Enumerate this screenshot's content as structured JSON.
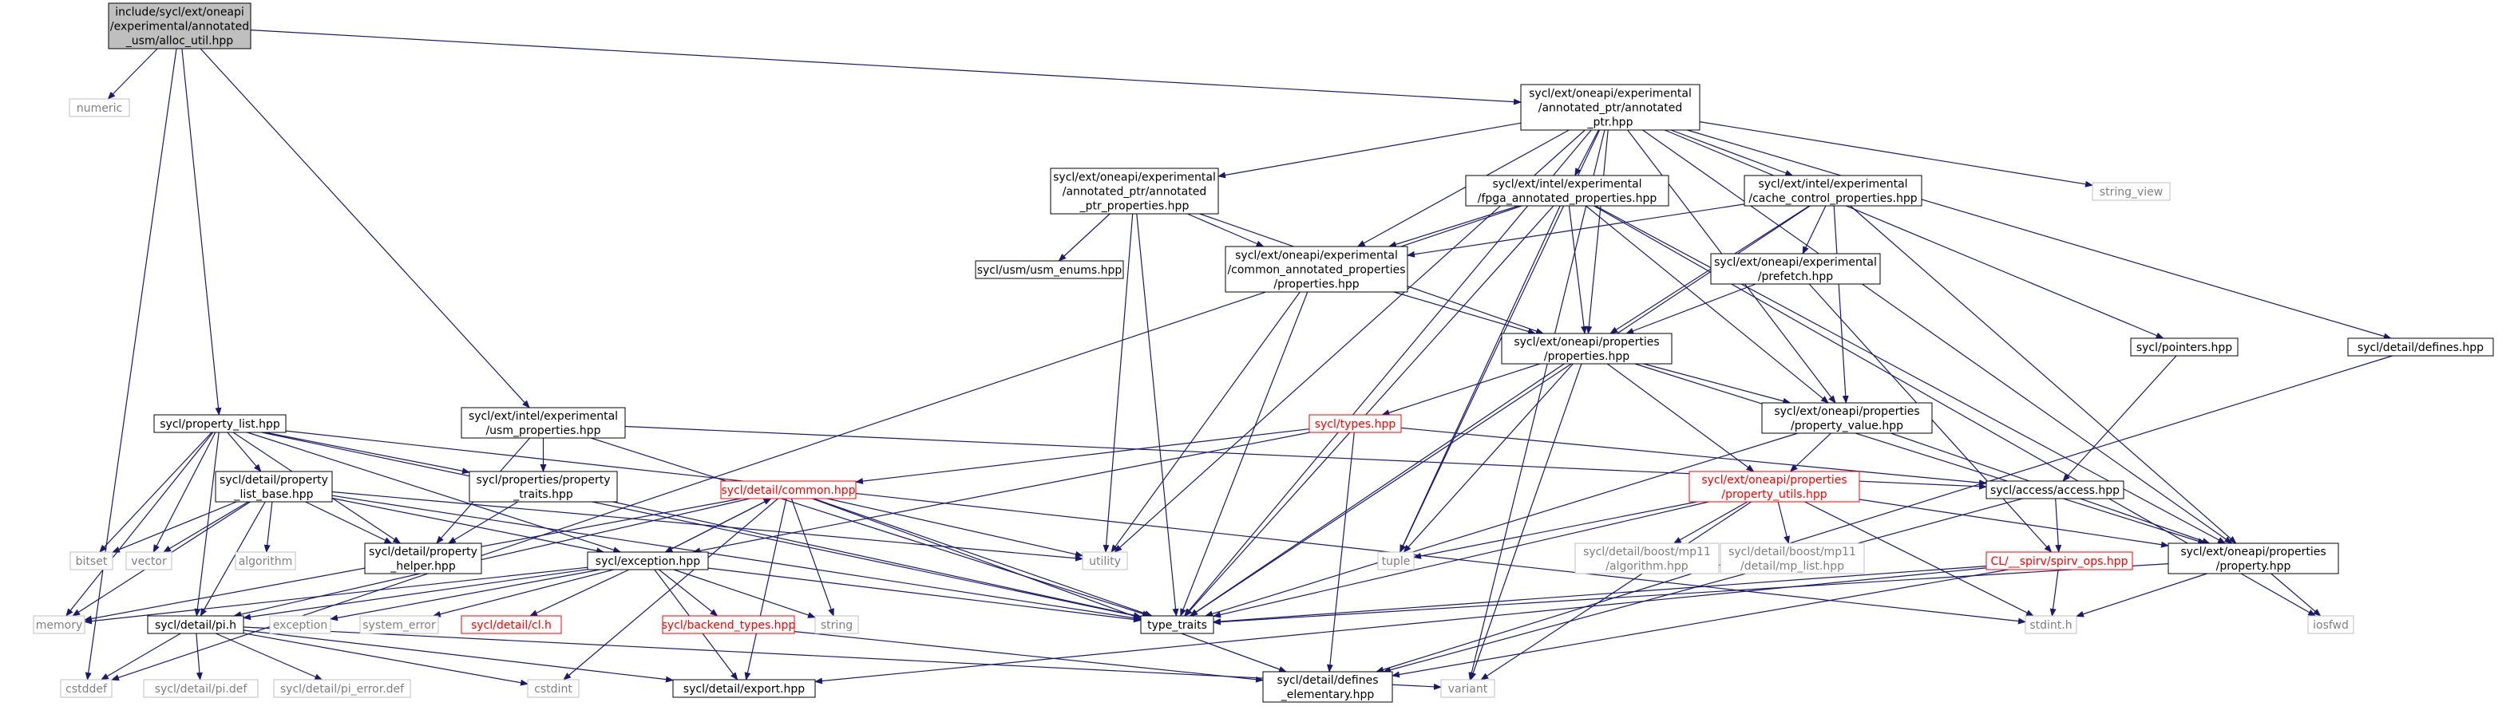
{
  "colors": {
    "edge": "#191970",
    "root_fill": "#bfbfbf",
    "node_border": "#000000",
    "external_border": "#bfbfbf",
    "external_text": "#7f7f7f",
    "incomplete_border": "#ff0000"
  },
  "nodes": [
    {
      "id": "root",
      "kind": "root",
      "lines": [
        "include/sycl/ext/oneapi",
        "/experimental/annotated",
        "_usm/alloc_util.hpp"
      ]
    },
    {
      "id": "numeric",
      "kind": "external",
      "lines": [
        "numeric"
      ]
    },
    {
      "id": "annotated_ptr",
      "kind": "normal",
      "lines": [
        "sycl/ext/oneapi/experimental",
        "/annotated_ptr/annotated",
        "_ptr.hpp"
      ]
    },
    {
      "id": "string_view",
      "kind": "external",
      "lines": [
        "string_view"
      ]
    },
    {
      "id": "annotated_ptr_props",
      "kind": "normal",
      "lines": [
        "sycl/ext/oneapi/experimental",
        "/annotated_ptr/annotated",
        "_ptr_properties.hpp"
      ]
    },
    {
      "id": "fpga_props",
      "kind": "normal",
      "lines": [
        "sycl/ext/intel/experimental",
        "/fpga_annotated_properties.hpp"
      ]
    },
    {
      "id": "cache_ctrl",
      "kind": "normal",
      "lines": [
        "sycl/ext/intel/experimental",
        "/cache_control_properties.hpp"
      ]
    },
    {
      "id": "usm_enums",
      "kind": "normal",
      "lines": [
        "sycl/usm/usm_enums.hpp"
      ]
    },
    {
      "id": "common_annot",
      "kind": "normal",
      "lines": [
        "sycl/ext/oneapi/experimental",
        "/common_annotated_properties",
        "/properties.hpp"
      ]
    },
    {
      "id": "prefetch",
      "kind": "normal",
      "lines": [
        "sycl/ext/oneapi/experimental",
        "/prefetch.hpp"
      ]
    },
    {
      "id": "properties",
      "kind": "normal",
      "lines": [
        "sycl/ext/oneapi/properties",
        "/properties.hpp"
      ]
    },
    {
      "id": "pointers",
      "kind": "normal",
      "lines": [
        "sycl/pointers.hpp"
      ]
    },
    {
      "id": "defines",
      "kind": "normal",
      "lines": [
        "sycl/detail/defines.hpp"
      ]
    },
    {
      "id": "property_list",
      "kind": "normal",
      "lines": [
        "sycl/property_list.hpp"
      ]
    },
    {
      "id": "usm_props",
      "kind": "normal",
      "lines": [
        "sycl/ext/intel/experimental",
        "/usm_properties.hpp"
      ]
    },
    {
      "id": "types",
      "kind": "red",
      "lines": [
        "sycl/types.hpp"
      ]
    },
    {
      "id": "property_value",
      "kind": "normal",
      "lines": [
        "sycl/ext/oneapi/properties",
        "/property_value.hpp"
      ]
    },
    {
      "id": "plb",
      "kind": "normal",
      "lines": [
        "sycl/detail/property",
        "_list_base.hpp"
      ]
    },
    {
      "id": "prop_traits",
      "kind": "normal",
      "lines": [
        "sycl/properties/property",
        "_traits.hpp"
      ]
    },
    {
      "id": "common",
      "kind": "red",
      "lines": [
        "sycl/detail/common.hpp"
      ]
    },
    {
      "id": "access",
      "kind": "normal",
      "lines": [
        "sycl/access/access.hpp"
      ]
    },
    {
      "id": "property_utils",
      "kind": "red",
      "lines": [
        "sycl/ext/oneapi/properties",
        "/property_utils.hpp"
      ]
    },
    {
      "id": "bitset",
      "kind": "external",
      "lines": [
        "bitset"
      ]
    },
    {
      "id": "vector",
      "kind": "external",
      "lines": [
        "vector"
      ]
    },
    {
      "id": "algorithm",
      "kind": "external",
      "lines": [
        "algorithm"
      ]
    },
    {
      "id": "prop_helper",
      "kind": "normal",
      "lines": [
        "sycl/detail/property",
        "_helper.hpp"
      ]
    },
    {
      "id": "utility",
      "kind": "external",
      "lines": [
        "utility"
      ]
    },
    {
      "id": "tuple",
      "kind": "external",
      "lines": [
        "tuple"
      ]
    },
    {
      "id": "mp11_algo",
      "kind": "external",
      "lines": [
        "sycl/detail/boost/mp11",
        "/algorithm.hpp"
      ]
    },
    {
      "id": "mp11_list",
      "kind": "external",
      "lines": [
        "sycl/detail/boost/mp11",
        "/detail/mp_list.hpp"
      ]
    },
    {
      "id": "spirv",
      "kind": "red",
      "lines": [
        "CL/__spirv/spirv_ops.hpp"
      ]
    },
    {
      "id": "property",
      "kind": "normal",
      "lines": [
        "sycl/ext/oneapi/properties",
        "/property.hpp"
      ]
    },
    {
      "id": "exception",
      "kind": "normal",
      "lines": [
        "sycl/exception.hpp"
      ]
    },
    {
      "id": "memory",
      "kind": "external",
      "lines": [
        "memory"
      ]
    },
    {
      "id": "exception_std",
      "kind": "external",
      "lines": [
        "exception"
      ]
    },
    {
      "id": "system_error",
      "kind": "external",
      "lines": [
        "system_error"
      ]
    },
    {
      "id": "cl_h",
      "kind": "red",
      "lines": [
        "sycl/detail/cl.h"
      ]
    },
    {
      "id": "backend_types",
      "kind": "red",
      "lines": [
        "sycl/backend_types.hpp"
      ]
    },
    {
      "id": "string",
      "kind": "external",
      "lines": [
        "string"
      ]
    },
    {
      "id": "type_traits",
      "kind": "normal",
      "lines": [
        "type_traits"
      ]
    },
    {
      "id": "stdint",
      "kind": "external",
      "lines": [
        "stdint.h"
      ]
    },
    {
      "id": "iosfwd",
      "kind": "external",
      "lines": [
        "iosfwd"
      ]
    },
    {
      "id": "pi_h",
      "kind": "normal",
      "lines": [
        "sycl/detail/pi.h"
      ]
    },
    {
      "id": "cstddef",
      "kind": "external",
      "lines": [
        "cstddef"
      ]
    },
    {
      "id": "pi_def",
      "kind": "external",
      "lines": [
        "sycl/detail/pi.def"
      ]
    },
    {
      "id": "pi_error",
      "kind": "external",
      "lines": [
        "sycl/detail/pi_error.def"
      ]
    },
    {
      "id": "cstdint",
      "kind": "external",
      "lines": [
        "cstdint"
      ]
    },
    {
      "id": "export",
      "kind": "normal",
      "lines": [
        "sycl/detail/export.hpp"
      ]
    },
    {
      "id": "defines_elem",
      "kind": "normal",
      "lines": [
        "sycl/detail/defines",
        "_elementary.hpp"
      ]
    },
    {
      "id": "variant",
      "kind": "external",
      "lines": [
        "variant"
      ]
    }
  ],
  "edges": [
    [
      "root",
      "numeric"
    ],
    [
      "root",
      "annotated_ptr"
    ],
    [
      "root",
      "property_list"
    ],
    [
      "root",
      "usm_props"
    ],
    [
      "root",
      "cstddef"
    ],
    [
      "annotated_ptr",
      "string_view"
    ],
    [
      "annotated_ptr",
      "annotated_ptr_props"
    ],
    [
      "annotated_ptr",
      "fpga_props"
    ],
    [
      "annotated_ptr",
      "cache_ctrl"
    ],
    [
      "annotated_ptr",
      "common_annot"
    ],
    [
      "annotated_ptr",
      "properties"
    ],
    [
      "annotated_ptr",
      "pointers"
    ],
    [
      "annotated_ptr",
      "defines"
    ],
    [
      "annotated_ptr",
      "property_value"
    ],
    [
      "annotated_ptr",
      "property"
    ],
    [
      "annotated_ptr",
      "utility"
    ],
    [
      "annotated_ptr",
      "tuple"
    ],
    [
      "annotated_ptr",
      "type_traits"
    ],
    [
      "annotated_ptr",
      "variant"
    ],
    [
      "annotated_ptr_props",
      "usm_enums"
    ],
    [
      "annotated_ptr_props",
      "common_annot"
    ],
    [
      "annotated_ptr_props",
      "properties"
    ],
    [
      "annotated_ptr_props",
      "utility"
    ],
    [
      "annotated_ptr_props",
      "type_traits"
    ],
    [
      "fpga_props",
      "common_annot"
    ],
    [
      "fpga_props",
      "properties"
    ],
    [
      "fpga_props",
      "property_value"
    ],
    [
      "fpga_props",
      "property"
    ],
    [
      "fpga_props",
      "tuple"
    ],
    [
      "fpga_props",
      "type_traits"
    ],
    [
      "fpga_props",
      "cstddef"
    ],
    [
      "fpga_props",
      "iosfwd"
    ],
    [
      "cache_ctrl",
      "common_annot"
    ],
    [
      "cache_ctrl",
      "prefetch"
    ],
    [
      "cache_ctrl",
      "properties"
    ],
    [
      "cache_ctrl",
      "property_value"
    ],
    [
      "cache_ctrl",
      "property"
    ],
    [
      "cache_ctrl",
      "type_traits"
    ],
    [
      "common_annot",
      "properties"
    ],
    [
      "common_annot",
      "utility"
    ],
    [
      "common_annot",
      "type_traits"
    ],
    [
      "prefetch",
      "spirv"
    ],
    [
      "prefetch",
      "properties"
    ],
    [
      "properties",
      "types"
    ],
    [
      "properties",
      "property_value"
    ],
    [
      "properties",
      "property_utils"
    ],
    [
      "properties",
      "property"
    ],
    [
      "properties",
      "tuple"
    ],
    [
      "properties",
      "type_traits"
    ],
    [
      "properties",
      "variant"
    ],
    [
      "pointers",
      "access"
    ],
    [
      "defines",
      "defines_elem"
    ],
    [
      "property_list",
      "plb"
    ],
    [
      "property_list",
      "prop_traits"
    ],
    [
      "property_list",
      "prop_helper"
    ],
    [
      "property_list",
      "exception"
    ],
    [
      "property_list",
      "bitset"
    ],
    [
      "property_list",
      "vector"
    ],
    [
      "property_list",
      "memory"
    ],
    [
      "property_list",
      "pi_h"
    ],
    [
      "property_list",
      "type_traits"
    ],
    [
      "property_list",
      "stdint"
    ],
    [
      "usm_props",
      "prop_traits"
    ],
    [
      "usm_props",
      "prop_helper"
    ],
    [
      "usm_props",
      "access"
    ],
    [
      "usm_props",
      "type_traits"
    ],
    [
      "types",
      "common"
    ],
    [
      "types",
      "exception"
    ],
    [
      "types",
      "access"
    ],
    [
      "types",
      "defines_elem"
    ],
    [
      "property_value",
      "property_utils"
    ],
    [
      "property_value",
      "property"
    ],
    [
      "property_value",
      "type_traits"
    ],
    [
      "plb",
      "prop_helper"
    ],
    [
      "plb",
      "exception"
    ],
    [
      "plb",
      "bitset"
    ],
    [
      "plb",
      "vector"
    ],
    [
      "plb",
      "algorithm"
    ],
    [
      "plb",
      "memory"
    ],
    [
      "plb",
      "pi_h"
    ],
    [
      "plb",
      "utility"
    ],
    [
      "plb",
      "type_traits"
    ],
    [
      "prop_traits",
      "prop_helper"
    ],
    [
      "prop_traits",
      "type_traits"
    ],
    [
      "common",
      "exception"
    ],
    [
      "common",
      "utility"
    ],
    [
      "common",
      "string"
    ],
    [
      "common",
      "type_traits"
    ],
    [
      "common",
      "export"
    ],
    [
      "common",
      "defines_elem"
    ],
    [
      "common",
      "pi_h"
    ],
    [
      "common",
      "cstdint"
    ],
    [
      "common",
      "memory"
    ],
    [
      "access",
      "spirv"
    ],
    [
      "access",
      "defines_elem"
    ],
    [
      "property_utils",
      "tuple"
    ],
    [
      "property_utils",
      "mp11_algo"
    ],
    [
      "property_utils",
      "mp11_list"
    ],
    [
      "property_utils",
      "property"
    ],
    [
      "property_utils",
      "type_traits"
    ],
    [
      "property_utils",
      "stdint"
    ],
    [
      "property_utils",
      "variant"
    ],
    [
      "spirv",
      "stdint"
    ],
    [
      "spirv",
      "type_traits"
    ],
    [
      "spirv",
      "export"
    ],
    [
      "spirv",
      "defines_elem"
    ],
    [
      "property",
      "stdint"
    ],
    [
      "property",
      "iosfwd"
    ],
    [
      "property",
      "type_traits"
    ],
    [
      "exception",
      "common"
    ],
    [
      "exception",
      "backend_types"
    ],
    [
      "exception",
      "cl_h"
    ],
    [
      "exception",
      "pi_h"
    ],
    [
      "exception",
      "exception_std"
    ],
    [
      "exception",
      "system_error"
    ],
    [
      "exception",
      "memory"
    ],
    [
      "exception",
      "string"
    ],
    [
      "exception",
      "type_traits"
    ],
    [
      "exception",
      "export"
    ],
    [
      "backend_types",
      "defines_elem"
    ],
    [
      "pi_h",
      "cstddef"
    ],
    [
      "pi_h",
      "pi_def"
    ],
    [
      "pi_h",
      "pi_error"
    ],
    [
      "pi_h",
      "cstdint"
    ],
    [
      "pi_h",
      "export"
    ],
    [
      "pi_h",
      "variant"
    ]
  ]
}
